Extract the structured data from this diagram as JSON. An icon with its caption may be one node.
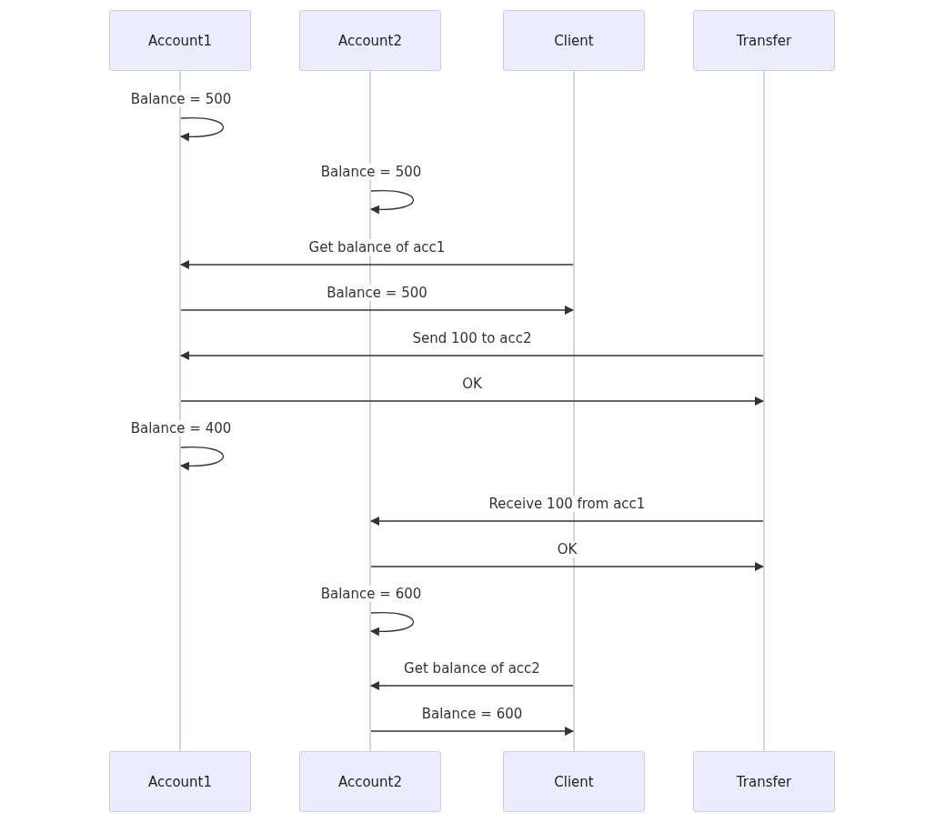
{
  "diagram": {
    "nodes": [
      {
        "text": [
          "Account1"
        ]
      },
      {
        "text": [
          "Account2"
        ]
      },
      {
        "text": [
          "Client"
        ]
      },
      {
        "text": [
          "Transfer"
        ]
      },
      {
        "text": [],
        "shape": "bar"
      },
      {
        "text": [],
        "shape": "bar"
      },
      {
        "text": [],
        "shape": "bar"
      },
      {
        "text": [],
        "shape": "bar"
      },
      {
        "text": [
          "Account1"
        ]
      },
      {
        "text": [
          "Account2"
        ]
      },
      {
        "text": [
          "Client"
        ]
      },
      {
        "text": [
          "Transfer"
        ]
      }
    ],
    "edges": [
      {
        "from": 4,
        "to": 4,
        "arrow": "to",
        "label": "Balance = 500"
      },
      {
        "from": 5,
        "to": 5,
        "arrow": "to",
        "label": "Balance = 500"
      },
      {
        "from": 6,
        "to": 4,
        "arrow": "to",
        "label": "Get balance of acc1"
      },
      {
        "from": 4,
        "to": 6,
        "arrow": "to",
        "label": "Balance = 500"
      },
      {
        "from": 7,
        "to": 4,
        "arrow": "to",
        "label": "Send 100 to acc2"
      },
      {
        "from": 4,
        "to": 7,
        "arrow": "to",
        "label": "OK"
      },
      {
        "from": 4,
        "to": 4,
        "arrow": "to",
        "label": "Balance = 400"
      },
      {
        "from": 7,
        "to": 5,
        "arrow": "to",
        "label": "Receive 100 from acc1"
      },
      {
        "from": 5,
        "to": 7,
        "arrow": "to",
        "label": "OK"
      },
      {
        "from": 5,
        "to": 5,
        "arrow": "to",
        "label": "Balance = 600"
      },
      {
        "from": 6,
        "to": 5,
        "arrow": "to",
        "label": "Get balance of acc2"
      },
      {
        "from": 5,
        "to": 6,
        "arrow": "to",
        "label": "Balance = 600"
      }
    ]
  }
}
